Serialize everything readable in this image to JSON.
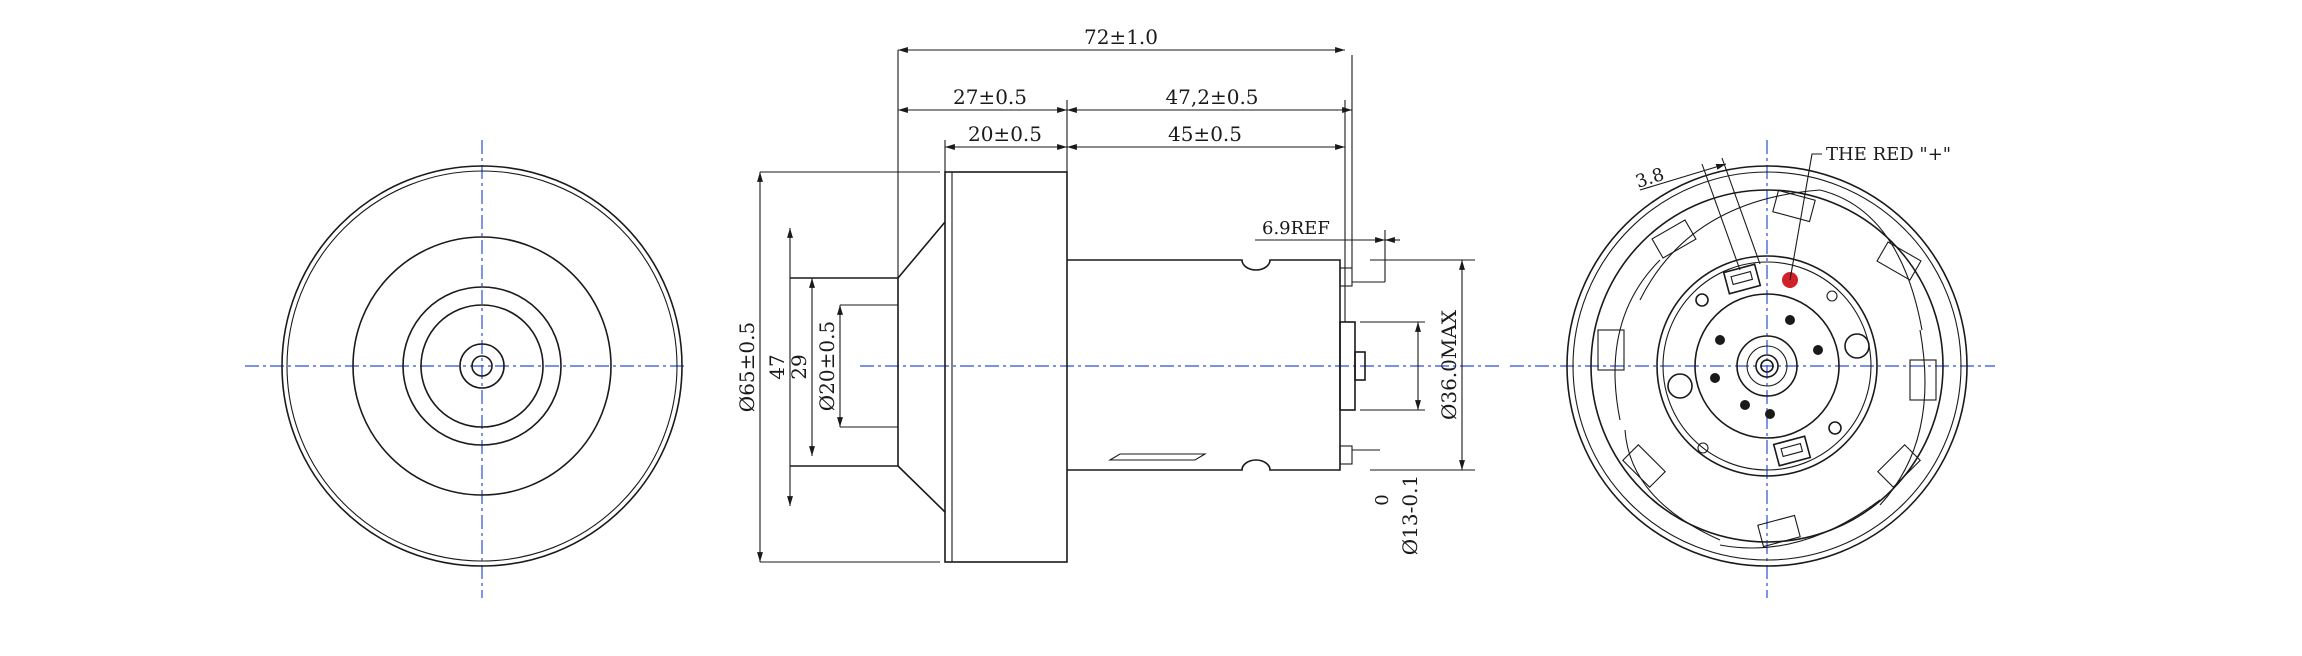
{
  "drawing": {
    "annotation": "THE RED \"+\"",
    "marker_color": "#d0202a",
    "centerline_color": "#2a4fd6",
    "dimensions": {
      "overall_length": "72±1.0",
      "impeller_length": "27±0.5",
      "motor_length": "47,2±0.5",
      "housing_length": "20±0.5",
      "body_length": "45±0.5",
      "terminal_ref": "6.9REF",
      "outer_diameter": "Ø65±0.5",
      "inner_diameter": "47",
      "hub_diameter": "29",
      "inlet_diameter": "Ø20±0.5",
      "motor_diameter": "Ø36.0MAX",
      "shaft_tol_upper": "0",
      "shaft_diameter": "Ø13-0.1",
      "terminal_offset": "3.8"
    }
  }
}
